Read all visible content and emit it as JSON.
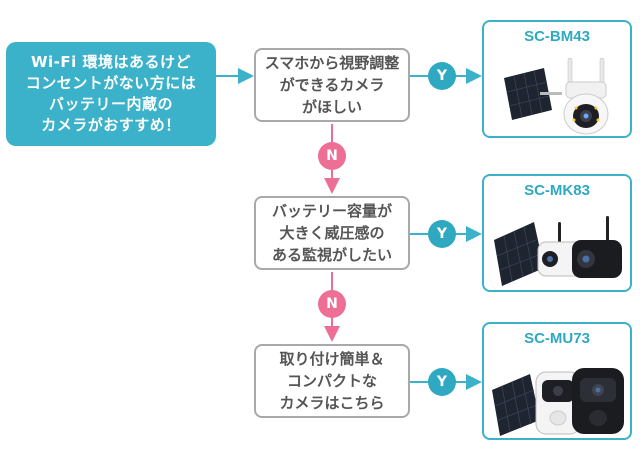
{
  "start": {
    "lines": [
      "Wi-Fi 環境はあるけど",
      "コンセントがない方には",
      "バッテリー内蔵の",
      "カメラがおすすめ！"
    ]
  },
  "questions": [
    {
      "lines": [
        "スマホから視野調整",
        "ができるカメラ",
        "がほしい"
      ]
    },
    {
      "lines": [
        "バッテリー容量が",
        "大きく威圧感の",
        "ある監視がしたい"
      ]
    },
    {
      "lines": [
        "取り付け簡単＆",
        "コンパクトな",
        "カメラはこちら"
      ]
    }
  ],
  "badges": {
    "yes": "Y",
    "no": "N"
  },
  "products": [
    {
      "name": "SC-BM43"
    },
    {
      "name": "SC-MK83"
    },
    {
      "name": "SC-MU73"
    }
  ],
  "colors": {
    "accent": "#3bb2c9",
    "yes": "#2fa9c1",
    "no": "#ee6f95",
    "border": "#a9a9a9"
  }
}
